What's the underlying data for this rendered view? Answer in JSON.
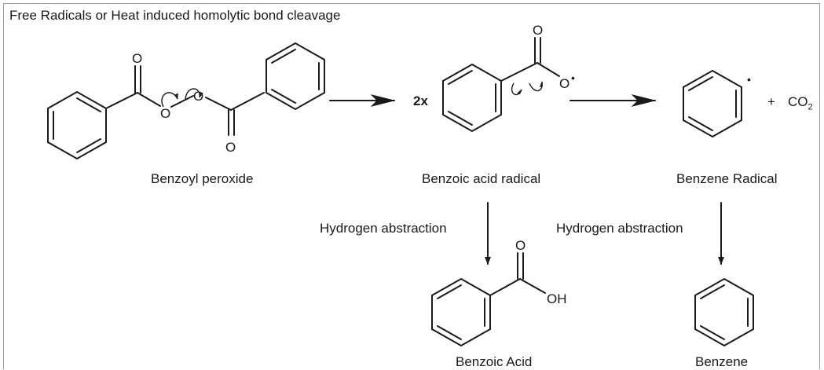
{
  "title": "Free Radicals or Heat induced homolytic bond cleavage",
  "compounds": {
    "benzoyl_peroxide": "Benzoyl peroxide",
    "benzoic_acid_radical": "Benzoic acid radical",
    "benzene_radical": "Benzene Radical",
    "benzoic_acid": "Benzoic Acid",
    "benzene": "Benzene"
  },
  "steps": {
    "abstraction_left": "Hydrogen abstraction",
    "abstraction_right": "Hydrogen abstraction"
  },
  "coefficient": "2x",
  "plus": "+",
  "co2": {
    "base": "CO",
    "subscript": "2"
  },
  "atoms": {
    "oxygen": "O",
    "hydroxyl": "OH"
  },
  "radical_dot": "•"
}
